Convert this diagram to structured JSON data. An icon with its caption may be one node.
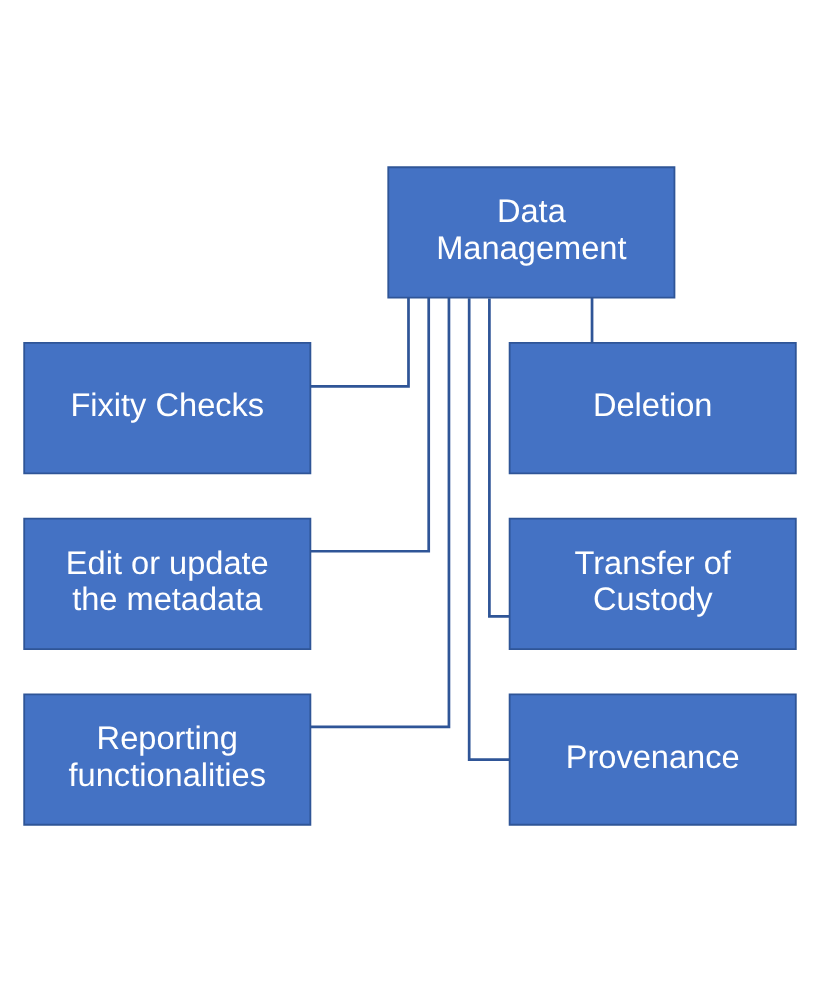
{
  "diagram": {
    "nodes": [
      {
        "text": [
          "Data Management"
        ]
      },
      {
        "text": [
          "Fixity Checks"
        ]
      },
      {
        "text": [
          "Deletion"
        ]
      },
      {
        "text": [
          "Edit or update the metadata"
        ]
      },
      {
        "text": [
          "Transfer of Custody"
        ]
      },
      {
        "text": [
          "Reporting functionalities"
        ]
      },
      {
        "text": [
          "Provenance"
        ]
      }
    ],
    "edges": [
      {
        "from": 0,
        "to": 1,
        "arrow": "none"
      },
      {
        "from": 0,
        "to": 2,
        "arrow": "none"
      },
      {
        "from": 0,
        "to": 3,
        "arrow": "none"
      },
      {
        "from": 0,
        "to": 4,
        "arrow": "none"
      },
      {
        "from": 0,
        "to": 5,
        "arrow": "none"
      },
      {
        "from": 0,
        "to": 6,
        "arrow": "none"
      }
    ]
  }
}
